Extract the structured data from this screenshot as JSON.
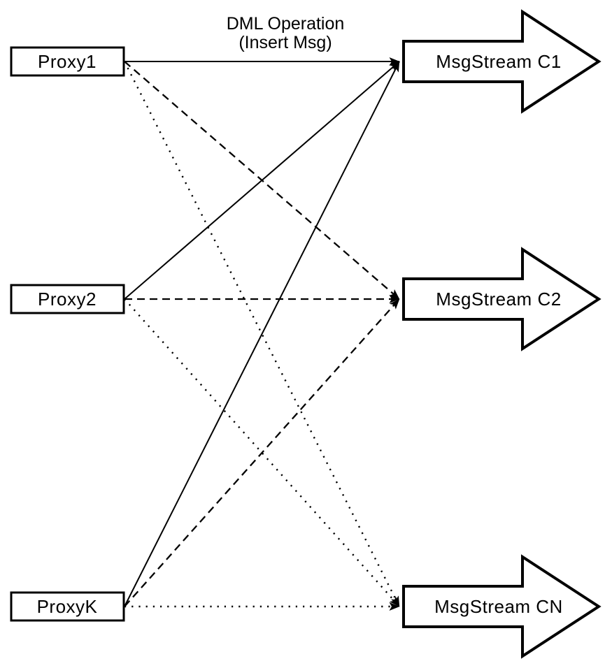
{
  "annotation": {
    "line1": "DML Operation",
    "line2": "(Insert Msg)"
  },
  "proxies": [
    {
      "label": "Proxy1"
    },
    {
      "label": "Proxy2"
    },
    {
      "label": "ProxyK"
    }
  ],
  "streams": [
    {
      "label": "MsgStream C1"
    },
    {
      "label": "MsgStream C2"
    },
    {
      "label": "MsgStream CN"
    }
  ],
  "edges": [
    {
      "from": "Proxy1",
      "to": "MsgStream C1",
      "style": "solid"
    },
    {
      "from": "Proxy1",
      "to": "MsgStream C2",
      "style": "dashed"
    },
    {
      "from": "Proxy1",
      "to": "MsgStream CN",
      "style": "dotted"
    },
    {
      "from": "Proxy2",
      "to": "MsgStream C1",
      "style": "solid"
    },
    {
      "from": "Proxy2",
      "to": "MsgStream C2",
      "style": "dashed"
    },
    {
      "from": "Proxy2",
      "to": "MsgStream CN",
      "style": "dotted"
    },
    {
      "from": "ProxyK",
      "to": "MsgStream C1",
      "style": "solid"
    },
    {
      "from": "ProxyK",
      "to": "MsgStream C2",
      "style": "dashed"
    },
    {
      "from": "ProxyK",
      "to": "MsgStream CN",
      "style": "dotted"
    }
  ],
  "colors": {
    "ink": "#000000",
    "shape_fill": "#ffffff",
    "background": "#ffffff"
  }
}
